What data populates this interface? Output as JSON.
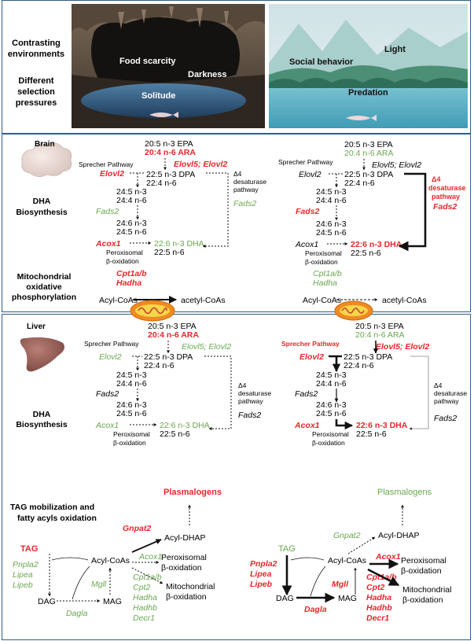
{
  "colors": {
    "red": "#e8262b",
    "green": "#6aa84f",
    "frame": "#2f5f8c"
  },
  "header": {
    "row1a": "Contrasting",
    "row1b": "environments",
    "row2a": "Different",
    "row2b": "selection",
    "row2c": "pressures",
    "cave_labels": {
      "food": "Food scarcity",
      "dark": "Darkness",
      "sol": "Solitude"
    },
    "lake_labels": {
      "social": "Social behavior",
      "light": "Light",
      "pred": "Predation"
    }
  },
  "brain": {
    "organ": "Brain",
    "section_a": "DHA",
    "section_b": "Biosynthesis",
    "mito_a": "Mitochondrial",
    "mito_b": "oxidative",
    "mito_c": "phosphorylation",
    "left": {
      "epa": "20:5 n-3 EPA",
      "ara": "20:4 n-6 ARA",
      "elovl5": "Elovl5; Elovl2",
      "sprecher": "Sprecher Pathway",
      "elovl2": "Elovl2",
      "dpa": "22:5 n-3 DPA",
      "n6_22_4": "22:4 n-6",
      "d4": "Δ4",
      "desat": "desaturase",
      "pathway": "pathway",
      "c24_5": "24:5 n-3",
      "c24_4": "24:4 n-6",
      "fads2a": "Fads2",
      "c24_6": "24:6 n-3",
      "c24_5b": "24:5 n-6",
      "fads2b": "Fads2",
      "acox1": "Acox1",
      "dha": "22:6 n-3 DHA",
      "c22_5": "22:5 n-6",
      "perox": "Peroxisomal",
      "beta": "β-oxidation",
      "cpt": "Cpt1a/b",
      "hadha": "Hadha",
      "acyl": "Acyl-CoAs",
      "acetyl": "acetyl-CoAs"
    },
    "right": {
      "epa": "20:5 n-3 EPA",
      "ara": "20:4 n-6 ARA",
      "elovl5": "Elovl5; Elovl2",
      "sprecher": "Sprecher Pathway",
      "elovl2": "Elovl2",
      "dpa": "22:5 n-3 DPA",
      "n6_22_4": "22:4 n-6",
      "d4": "Δ4",
      "desat": "desaturase",
      "pathway": "pathway",
      "c24_5": "24:5 n-3",
      "c24_4": "24:4 n-6",
      "fads2a": "Fads2",
      "c24_6": "24:6 n-3",
      "c24_5b": "24:5 n-6",
      "fads2b": "Fads2",
      "acox1": "Acox1",
      "dha": "22:6 n-3 DHA",
      "c22_5": "22:5 n-6",
      "perox": "Peroxisomal",
      "beta": "β-oxidation",
      "cpt": "Cpt1a/b",
      "hadha": "Hadha",
      "acyl": "Acyl-CoAs",
      "acetyl": "acetyl-CoAs"
    }
  },
  "liver": {
    "organ": "Liver",
    "section_a": "DHA",
    "section_b": "Biosynthesis",
    "tag_a": "TAG mobilization and",
    "tag_b": "fatty acyls oxidation",
    "left": {
      "epa": "20:5 n-3 EPA",
      "ara": "20:4 n-6 ARA",
      "elovl5": "Elovl5; Elovl2",
      "sprecher": "Sprecher Pathway",
      "elovl2": "Elovl2",
      "dpa": "22:5 n-3 DPA",
      "n6_22_4": "22:4 n-6",
      "d4": "Δ4",
      "desat": "desaturase",
      "pathway": "pathway",
      "c24_5": "24:5 n-3",
      "c24_4": "24:4 n-6",
      "fads2a": "Fads2",
      "c24_6": "24:6 n-3",
      "c24_5b": "24:5 n-6",
      "fads2b": "Fads2",
      "acox1": "Acox1",
      "dha": "22:6 n-3 DHA",
      "c22_5": "22:5 n-6",
      "perox": "Peroxisomal",
      "beta": "β-oxidation",
      "plasmalogens": "Plasmalogens",
      "gnpat2": "Gnpat2",
      "acyl_dhap": "Acyl-DHAP",
      "tag": "TAG",
      "pnpla2": "Pnpla2",
      "lipea": "Lipea",
      "lipeb": "Lipeb",
      "acylcoas": "Acyl-CoAs",
      "acox1b": "Acox1",
      "perox2": "Peroxisomal",
      "beta2": "β-oxidation",
      "mgll": "Mgll",
      "dag": "DAG",
      "mag": "MAG",
      "dagla": "Dagla",
      "cpt": "Cpt1a/b",
      "cpt2": "Cpt2",
      "hadha": "Hadha",
      "hadhb": "Hadhb",
      "decr1": "Decr1",
      "mito": "Mitochondrial",
      "beta3": "β-oxidation"
    },
    "right": {
      "epa": "20:5 n-3 EPA",
      "ara": "20:4 n-6 ARA",
      "elovl5": "Elovl5; Elovl2",
      "sprecher": "Sprecher Pathway",
      "elovl2": "Elovl2",
      "dpa": "22:5 n-3 DPA",
      "n6_22_4": "22:4 n-6",
      "d4": "Δ4",
      "desat": "desaturase",
      "pathway": "pathway",
      "c24_5": "24:5 n-3",
      "c24_4": "24:4 n-6",
      "fads2a": "Fads2",
      "c24_6": "24:6 n-3",
      "c24_5b": "24:5 n-6",
      "fads2b": "Fads2",
      "acox1": "Acox1",
      "dha": "22:6 n-3 DHA",
      "c22_5": "22:5 n-6",
      "perox": "Peroxisomal",
      "beta": "β-oxidation",
      "plasmalogens": "Plasmalogens",
      "gnpat2": "Gnpat2",
      "acyl_dhap": "Acyl-DHAP",
      "tag": "TAG",
      "pnpla2": "Pnpla2",
      "lipea": "Lipea",
      "lipeb": "Lipeb",
      "acylcoas": "Acyl-CoAs",
      "acox1b": "Acox1",
      "perox2": "Peroxisomal",
      "beta2": "β-oxidation",
      "mgll": "Mgll",
      "dag": "DAG",
      "mag": "MAG",
      "dagla": "Dagla",
      "cpt": "Cpt1a/b",
      "cpt2": "Cpt2",
      "hadha": "Hadha",
      "hadhb": "Hadhb",
      "decr1": "Decr1",
      "mito": "Mitochondrial",
      "beta3": "β-oxidation"
    }
  }
}
